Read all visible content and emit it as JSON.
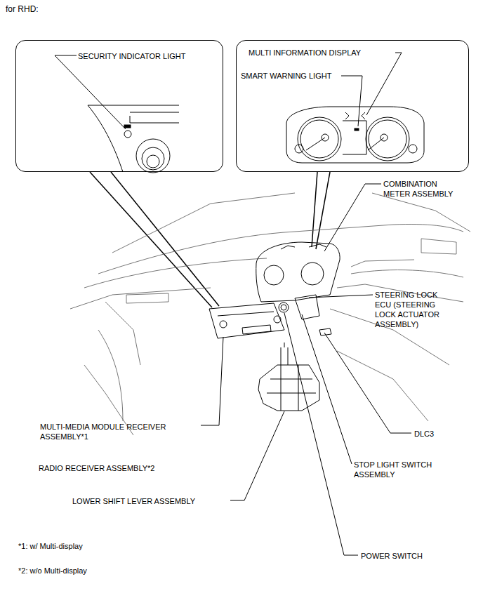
{
  "diagram": {
    "nodes": [
      {
        "text": [
          "SECURITY INDICATOR LIGHT"
        ]
      },
      {
        "text": [
          "MULTI INFORMATION DISPLAY",
          "SMART WARNING LIGHT"
        ]
      }
    ],
    "labels": [
      "for RHD:",
      "COMBINATION METER ASSEMBLY",
      "STEERING LOCK ECU (STEERING LOCK ACTUATOR ASSEMBLY)",
      "MULTI-MEDIA MODULE RECEIVER ASSEMBLY*1",
      "RADIO RECEIVER ASSEMBLY*2",
      "DLC3",
      "STOP LIGHT SWITCH ASSEMBLY",
      "LOWER SHIFT LEVER ASSEMBLY",
      "POWER SWITCH",
      "*1: w/ Multi-display",
      "*2: w/o Multi-display"
    ]
  }
}
